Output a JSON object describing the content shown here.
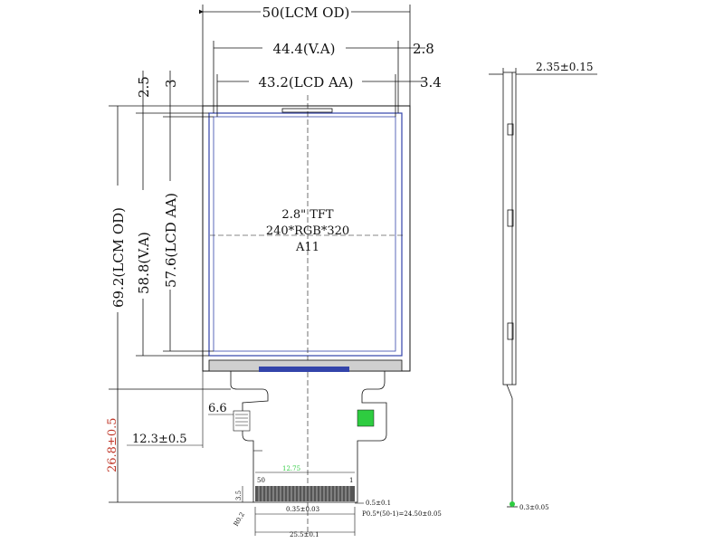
{
  "dimensions": {
    "lcm_od_width": "50(LCM OD)",
    "va_width": "44.4(V.A)",
    "va_right_offset": "2.8",
    "lcd_aa_width": "43.2(LCD AA)",
    "aa_right_offset": "3.4",
    "top_offset_va": "2.5",
    "top_offset_aa": "3",
    "lcm_od_height": "69.2(LCM OD)",
    "va_height": "58.8(V.A)",
    "aa_height": "57.6(LCD AA)",
    "thickness": "2.35±0.15",
    "fpc_length": "26.8±0.5",
    "fpc_offset_x": "12.3±0.5",
    "fpc_notch": "6.6",
    "fpc_pin_span": "12.75",
    "pin_height": "3.5",
    "pin_width": "0.35±0.03",
    "pin_gap": "0.5±0.1",
    "pitch_formula": "P0.5*(50-1)=24.50±0.05",
    "fpc_width": "25.5±0.1",
    "corner_radius": "R0.2",
    "fpc_thickness": "0.3±0.05",
    "pin_first": "50",
    "pin_last": "1"
  },
  "panel": {
    "line1": "2.8\" TFT",
    "line2": "240*RGB*320",
    "line3": "A11"
  },
  "colors": {
    "line": "#111111",
    "blue": "#3344aa",
    "red": "#c0392b",
    "green": "#2ecc40"
  }
}
